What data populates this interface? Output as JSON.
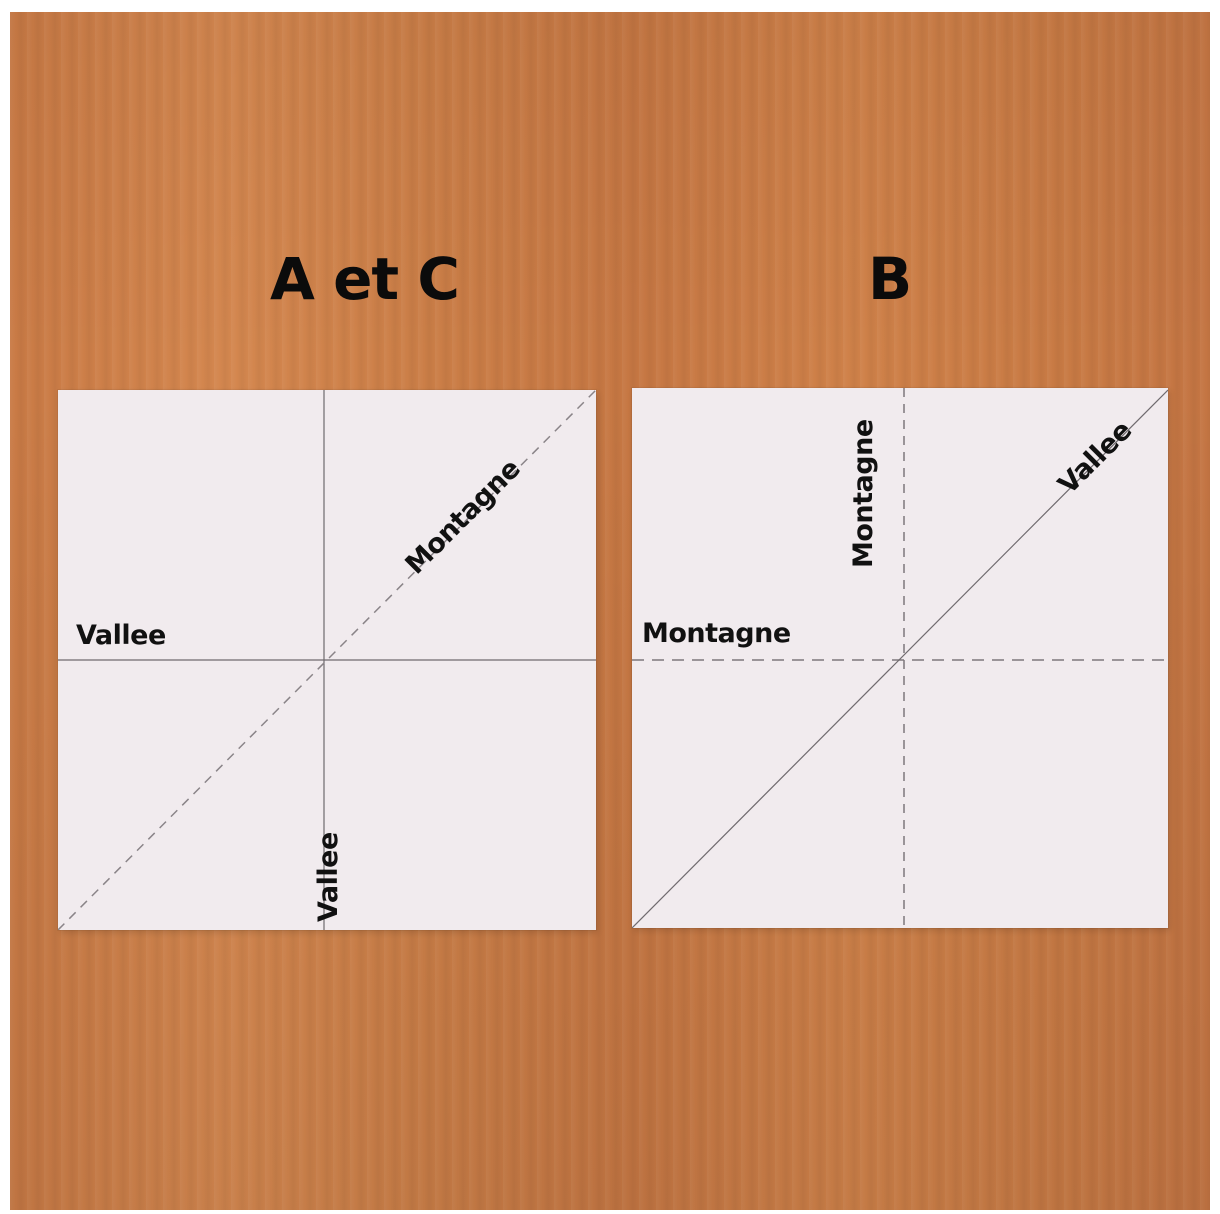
{
  "headings": {
    "left": "A et C",
    "right": "B"
  },
  "left_sheet": {
    "label_horizontal": "Vallee",
    "label_vertical": "Vallee",
    "label_diagonal": "Montagne"
  },
  "right_sheet": {
    "label_horizontal": "Montagne",
    "label_vertical": "Montagne",
    "label_diagonal": "Vallee"
  },
  "colors": {
    "wood": "#cb7e47",
    "paper": "#f1ebee",
    "text": "#111111"
  }
}
